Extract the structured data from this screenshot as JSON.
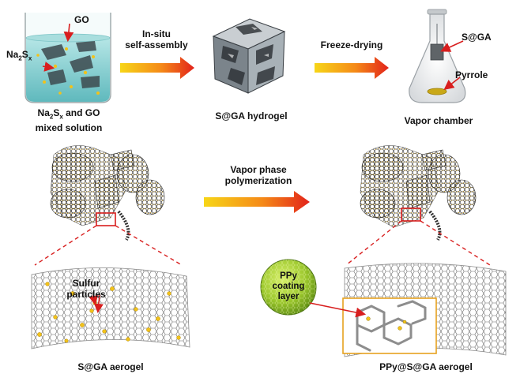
{
  "colors": {
    "arrow_start": "#f7d618",
    "arrow_mid": "#f58a18",
    "arrow_end": "#e2231a",
    "solution": "#8fd5d7",
    "sulfur": "#f2c21a",
    "ppy_sphere": "#9bc72c",
    "highlight_box": "#e6a21f",
    "marker": "#d81e1e",
    "dash": "#d81e1e"
  },
  "top_row": {
    "beaker": {
      "label_go": "GO",
      "label_na2sx_base": "Na",
      "label_na2sx_sub1": "2",
      "label_na2sx_mid": "S",
      "label_na2sx_sub2": "x",
      "caption_line1_base": "Na",
      "caption_line1_sub1": "2",
      "caption_line1_mid": "S",
      "caption_line1_sub2": "x",
      "caption_line1_rest": " and GO",
      "caption_line2": "mixed solution"
    },
    "arrow1": {
      "line1": "In-situ",
      "line2": "self-assembly"
    },
    "hydrogel": {
      "caption": "S@GA hydrogel"
    },
    "arrow2": {
      "line1": "Freeze-drying"
    },
    "flask": {
      "label_sga": "S@GA",
      "label_pyrrole": "Pyrrole",
      "caption": "Vapor chamber"
    }
  },
  "middle_row": {
    "arrow3": {
      "line1": "Vapor phase",
      "line2": "polymerization"
    }
  },
  "bottom_row": {
    "left": {
      "annotation_line1": "Sulfur",
      "annotation_line2": "particles",
      "caption": "S@GA aerogel"
    },
    "right": {
      "sphere_line1": "PPy",
      "sphere_line2": "coating",
      "sphere_line3": "layer",
      "caption": "PPy@S@GA aerogel"
    }
  }
}
